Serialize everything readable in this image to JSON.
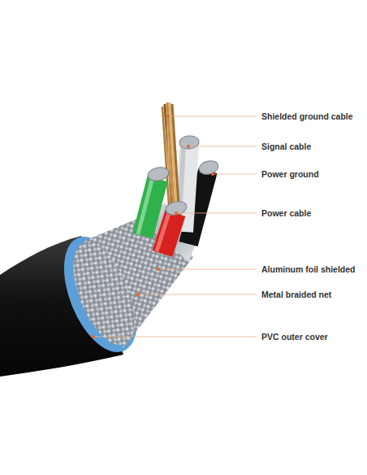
{
  "diagram": {
    "labels": [
      "Shielded ground cable",
      "Signal cable",
      "Power ground",
      "Power cable",
      "Aluminum foil shielded",
      "Metal braided net",
      "PVC outer cover"
    ]
  }
}
